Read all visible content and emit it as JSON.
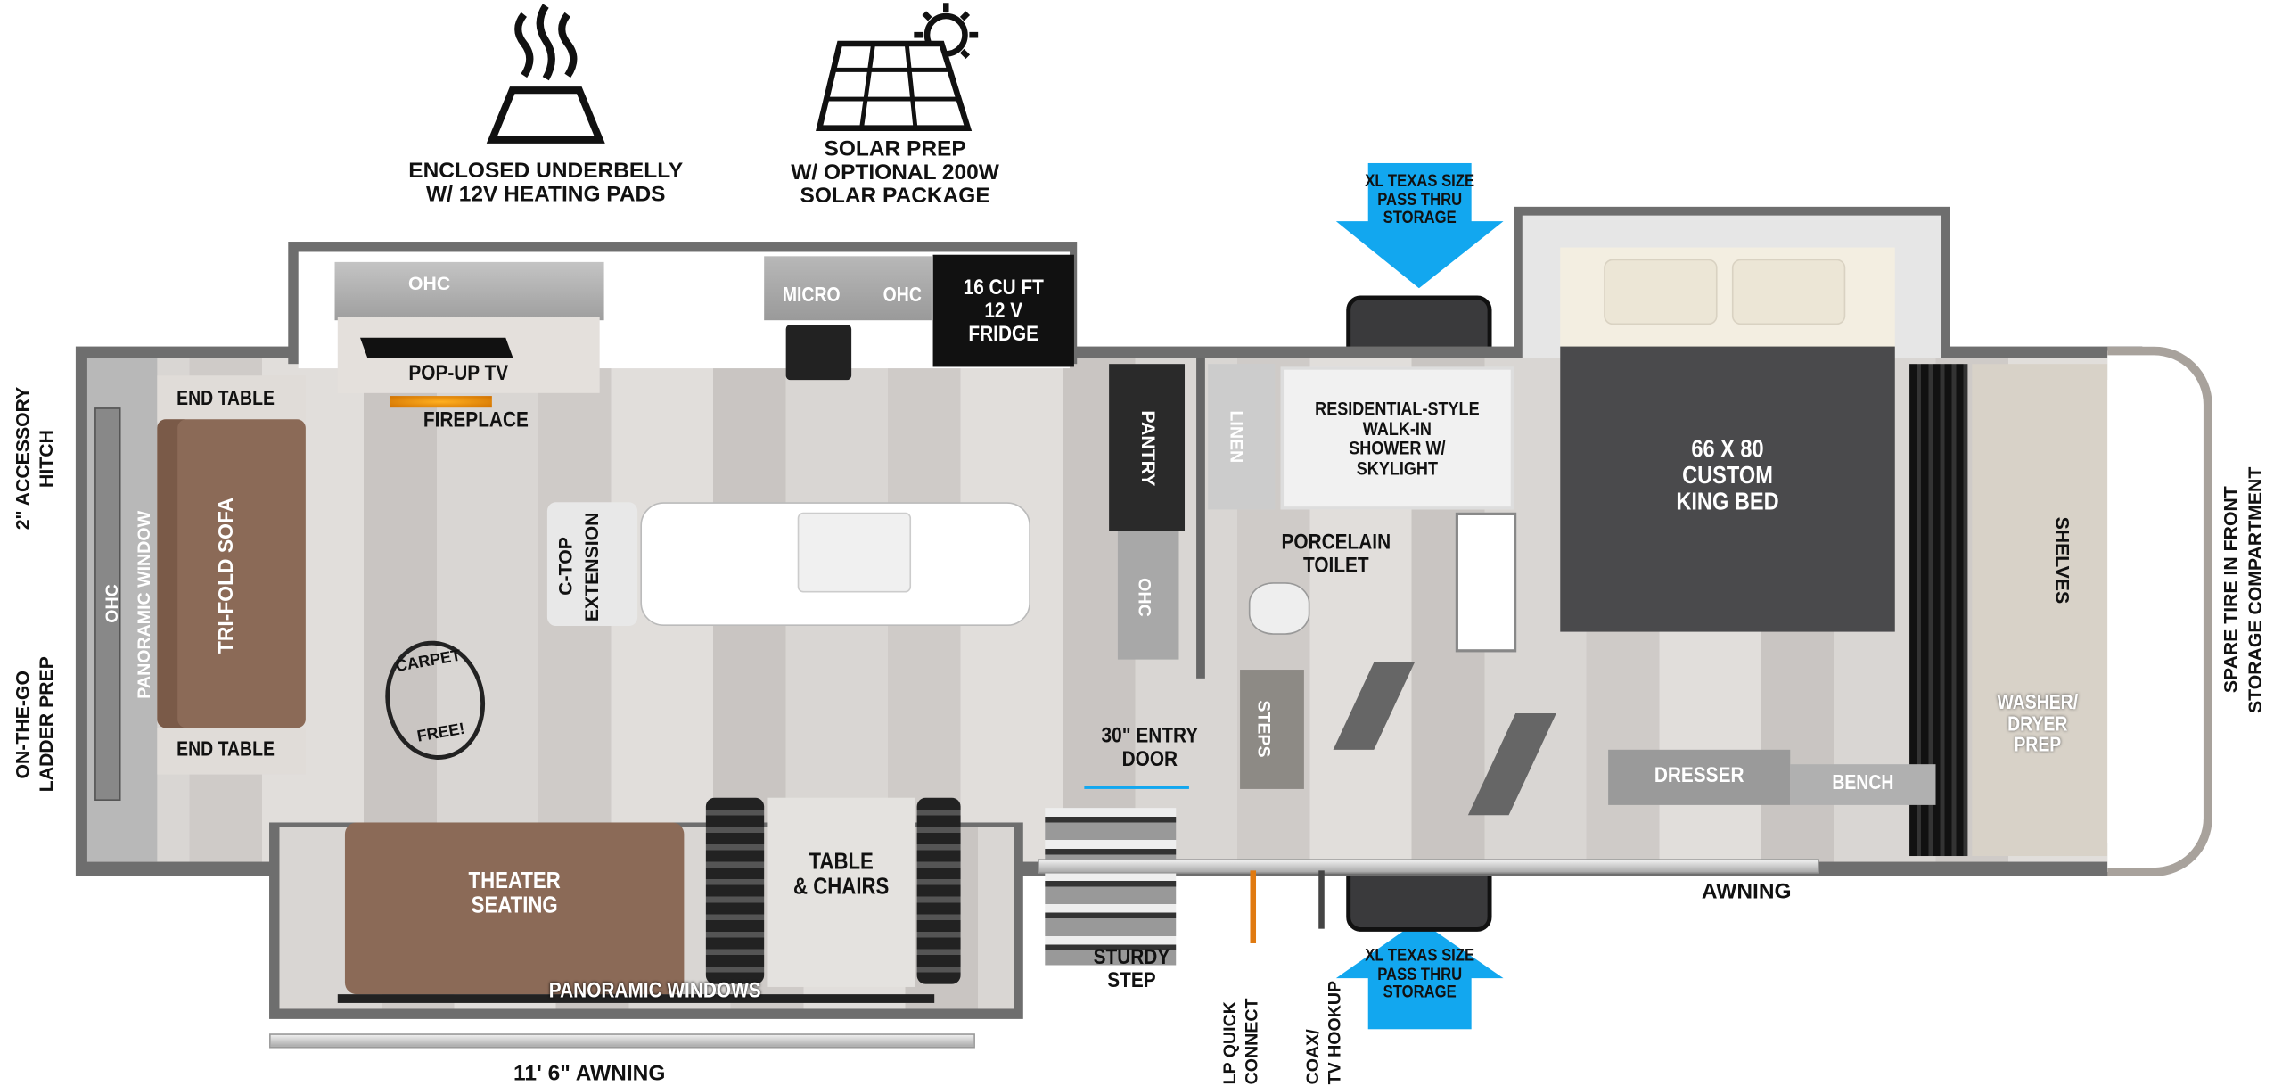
{
  "features": {
    "underbelly": "ENCLOSED UNDERBELLY\nW/ 12V HEATING PADS",
    "solar": "SOLAR PREP\nW/ OPTIONAL 200W\nSOLAR PACKAGE"
  },
  "exterior": {
    "hitch": "2\" ACCESSORY\nHITCH",
    "ladder": "ON-THE-GO\nLADDER PREP",
    "spare_tire": "SPARE TIRE IN FRONT\nSTORAGE COMPARTMENT",
    "awning": "AWNING",
    "awning_slide": "11' 6\" AWNING",
    "storage_top": "XL TEXAS SIZE\nPASS THRU\nSTORAGE",
    "storage_bottom": "XL TEXAS SIZE\nPASS THRU\nSTORAGE",
    "lp": "LP QUICK\nCONNECT",
    "coax": "COAX/\nTV HOOKUP",
    "sturdy_step": "STURDY\nSTEP",
    "entry_door": "30\" ENTRY\nDOOR"
  },
  "living": {
    "ohc_top": "OHC",
    "popup_tv": "POP-UP TV",
    "fireplace": "FIREPLACE",
    "end_table_top": "END TABLE",
    "end_table_bottom": "END TABLE",
    "sofa": "TRI-FOLD SOFA",
    "window_ohc": "OHC\nPANORAMIC WINDOW",
    "ctop": "C-TOP\nEXTENSION",
    "carpet_free_top": "CARPET",
    "carpet_free_bottom": "FREE!",
    "theater": "THEATER\nSEATING",
    "table": "TABLE\n& CHAIRS",
    "panoramic_windows": "PANORAMIC WINDOWS"
  },
  "kitchen": {
    "micro": "MICRO",
    "ohc": "OHC",
    "fridge": "16 CU FT\n12 V\nFRIDGE",
    "pantry": "PANTRY",
    "ohc_side": "OHC"
  },
  "bath": {
    "linen": "LINEN",
    "shower": "RESIDENTIAL-STYLE\nWALK-IN\nSHOWER W/\nSKYLIGHT",
    "toilet": "PORCELAIN\nTOILET",
    "steps": "STEPS"
  },
  "bedroom": {
    "bed": "66 X  80\nCUSTOM\nKING BED",
    "dresser": "DRESSER",
    "bench": "BENCH",
    "shelves": "SHELVES",
    "washer": "WASHER/\nDRYER\nPREP"
  },
  "colors": {
    "accent": "#12a7ef",
    "sofa": "#8b6a57",
    "bed": "#4a4a4c"
  }
}
